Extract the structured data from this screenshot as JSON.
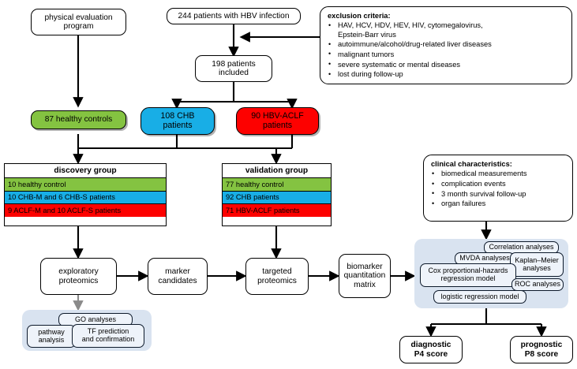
{
  "figure": {
    "title": "HBV-ACLF proteomics study workflow flowchart",
    "colors": {
      "green": "#84C341",
      "blue": "#18AEE6",
      "red": "#FD0100",
      "panel": "#D9E3F0",
      "minibox": "#EEF3FA",
      "line": "#000000"
    }
  },
  "nodes": {
    "physical_evaluation": "physical evaluation\nprogram",
    "physical_evaluation_l1": "physical evaluation",
    "physical_evaluation_l2": "program",
    "patients_hbv": "244 patients with HBV infection",
    "patients_included_l1": "198 patients",
    "patients_included_l2": "included",
    "healthy_controls": "87 healthy controls",
    "chb_patients_l1": "108 CHB",
    "chb_patients_l2": "patients",
    "aclf_patients_l1": "90 HBV-ACLF",
    "aclf_patients_l2": "patients",
    "exploratory_l1": "exploratory",
    "exploratory_l2": "proteomics",
    "marker_l1": "marker",
    "marker_l2": "candidates",
    "targeted_l1": "targeted",
    "targeted_l2": "proteomics",
    "biomarker_l1": "biomarker",
    "biomarker_l2": "quantitation",
    "biomarker_l3": "matrix",
    "diagnostic_l1": "diagnostic",
    "diagnostic_l2": "P4 score",
    "prognostic_l1": "prognostic",
    "prognostic_l2": "P8 score"
  },
  "exclusion": {
    "header": "exclusion criteria:",
    "items": [
      "HAV, HCV, HDV, HEV, HIV, cytomegalovirus,",
      "Epstein-Barr virus",
      "autoimmune/alcohol/drug-related liver diseases",
      "malignant tumors",
      "severe systematic or mental diseases",
      "lost during follow-up"
    ],
    "bulleted": [
      "HAV, HCV, HDV, HEV, HIV, cytomegalovirus, Epstein-Barr virus",
      "autoimmune/alcohol/drug-related liver diseases",
      "malignant tumors",
      "severe systematic or mental diseases",
      "lost during follow-up"
    ]
  },
  "clinical": {
    "header": "clinical characteristics:",
    "items": [
      "biomedical measurements",
      "complication events",
      "3 month survival follow-up",
      "organ failures"
    ]
  },
  "discovery_group": {
    "header": "discovery group",
    "rows": [
      {
        "label": "10 healthy control",
        "tone": "green"
      },
      {
        "label": "10 CHB-M and 6 CHB-S patients",
        "tone": "blue"
      },
      {
        "label": "9 ACLF-M and 10 ACLF-S patients",
        "tone": "red"
      }
    ]
  },
  "validation_group": {
    "header": "validation group",
    "rows": [
      {
        "label": "77 healthy control",
        "tone": "green"
      },
      {
        "label": "92 CHB patients",
        "tone": "blue"
      },
      {
        "label": "71 HBV-ACLF patients",
        "tone": "red"
      }
    ]
  },
  "bioinformatics_panel": {
    "items": [
      "GO analyses",
      "pathway analysis",
      "TF prediction and confirmation"
    ],
    "pathway_l1": "pathway",
    "pathway_l2": "analysis",
    "tf_l1": "TF prediction",
    "tf_l2": "and confirmation",
    "go": "GO analyses"
  },
  "statistics_panel": {
    "items": [
      "Correlation analyses",
      "MVDA analyses",
      "Kaplan–Meier analyses",
      "Cox proportional-hazards regression model",
      "ROC analyses",
      "logistic regression model"
    ],
    "correlation": "Correlation analyses",
    "mvda": "MVDA analyses",
    "km_l1": "Kaplan–Meier",
    "km_l2": "analyses",
    "cox_l1": "Cox proportional-hazards",
    "cox_l2": "regression model",
    "roc": "ROC analyses",
    "logistic": "logistic regression model"
  }
}
